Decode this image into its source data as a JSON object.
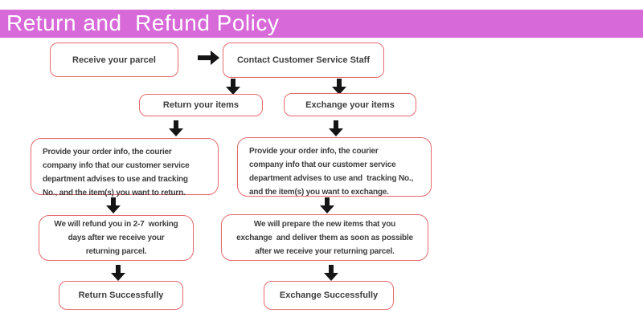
{
  "header": {
    "title": "Return and  Refund Policy"
  },
  "colors": {
    "banner": "#d76ad8",
    "title_text": "#ffffff",
    "box_border": "#e6696e",
    "box_text": "#3d3d3d",
    "arrow": "#151515",
    "background": "#ffffff"
  },
  "flowchart": {
    "receive": {
      "label": "Receive your parcel"
    },
    "contact": {
      "label": "Contact Customer Service Staff"
    },
    "return_branch": {
      "step1": "Return your items",
      "step2": [
        "Provide your order info, the courier",
        "company info that our customer service",
        "department advises to use and tracking",
        "No., and the item(s) you want to return."
      ],
      "step3": [
        "We will refund you in 2-7  working",
        "days after we receive your",
        "returning parcel."
      ],
      "step4": "Return Successfully"
    },
    "exchange_branch": {
      "step1": "Exchange your items",
      "step2": [
        "Provide your order info, the courier",
        "company info that our customer service",
        "department advises to use and  tracking No.,",
        "and the item(s) you want to exchange."
      ],
      "step3": [
        "We will prepare the new items that you",
        "exchange  and deliver them as soon as possible",
        "after we receive your returning parcel."
      ],
      "step4": "Exchange Successfully"
    }
  }
}
